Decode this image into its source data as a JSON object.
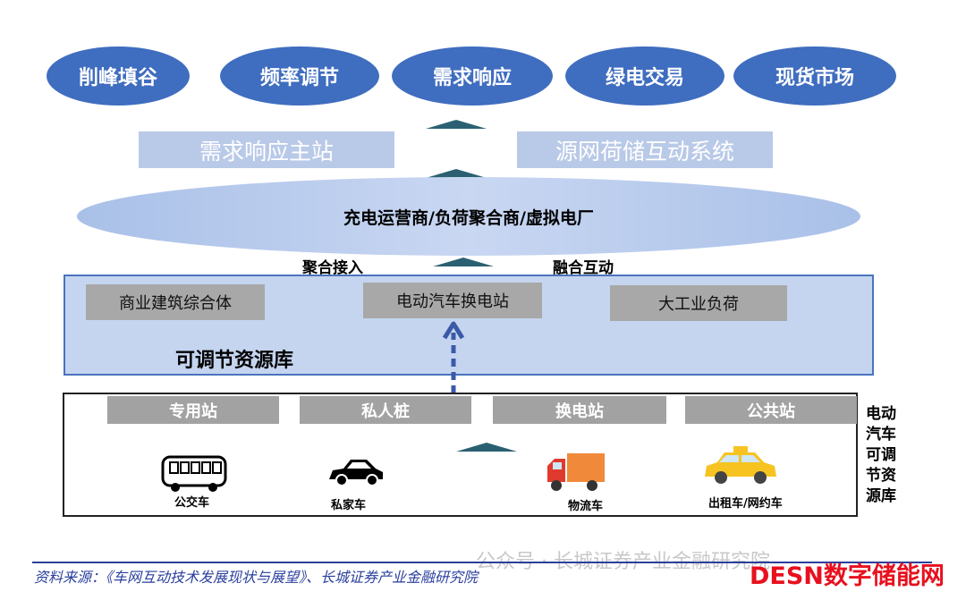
{
  "services": [
    "削峰填谷",
    "频率调节",
    "需求响应",
    "绿电交易",
    "现货市场"
  ],
  "platforms": {
    "left": "需求响应主站",
    "right": "源网荷储互动系统"
  },
  "aggregator": "充电运营商/负荷聚合商/虚拟电厂",
  "links": {
    "left": "聚合接入",
    "right": "融合互动"
  },
  "pool": {
    "items": [
      "商业建筑综合体",
      "电动汽车换电站",
      "大工业负荷"
    ],
    "title": "可调节资源库"
  },
  "stations": [
    "专用站",
    "私人桩",
    "换电站",
    "公共站"
  ],
  "vehicles": [
    "公交车",
    "私家车",
    "物流车",
    "出租车/网约车"
  ],
  "side_label": "电动汽车可调节资源库",
  "source": "资料来源：《车网互动技术发展现状与展望》、长城证券产业金融研究院",
  "watermark": "公众号 · 长城证券产业金融研究院",
  "brand": "DESN数字储能网",
  "colors": {
    "dark_blue": "#3f6dbf",
    "light_blue": "#b9c9e8",
    "pool_bg": "#c5d5f0",
    "gray": "#a8a8a8",
    "arrow": "#2b6072",
    "brand_red": "#e8101e"
  }
}
